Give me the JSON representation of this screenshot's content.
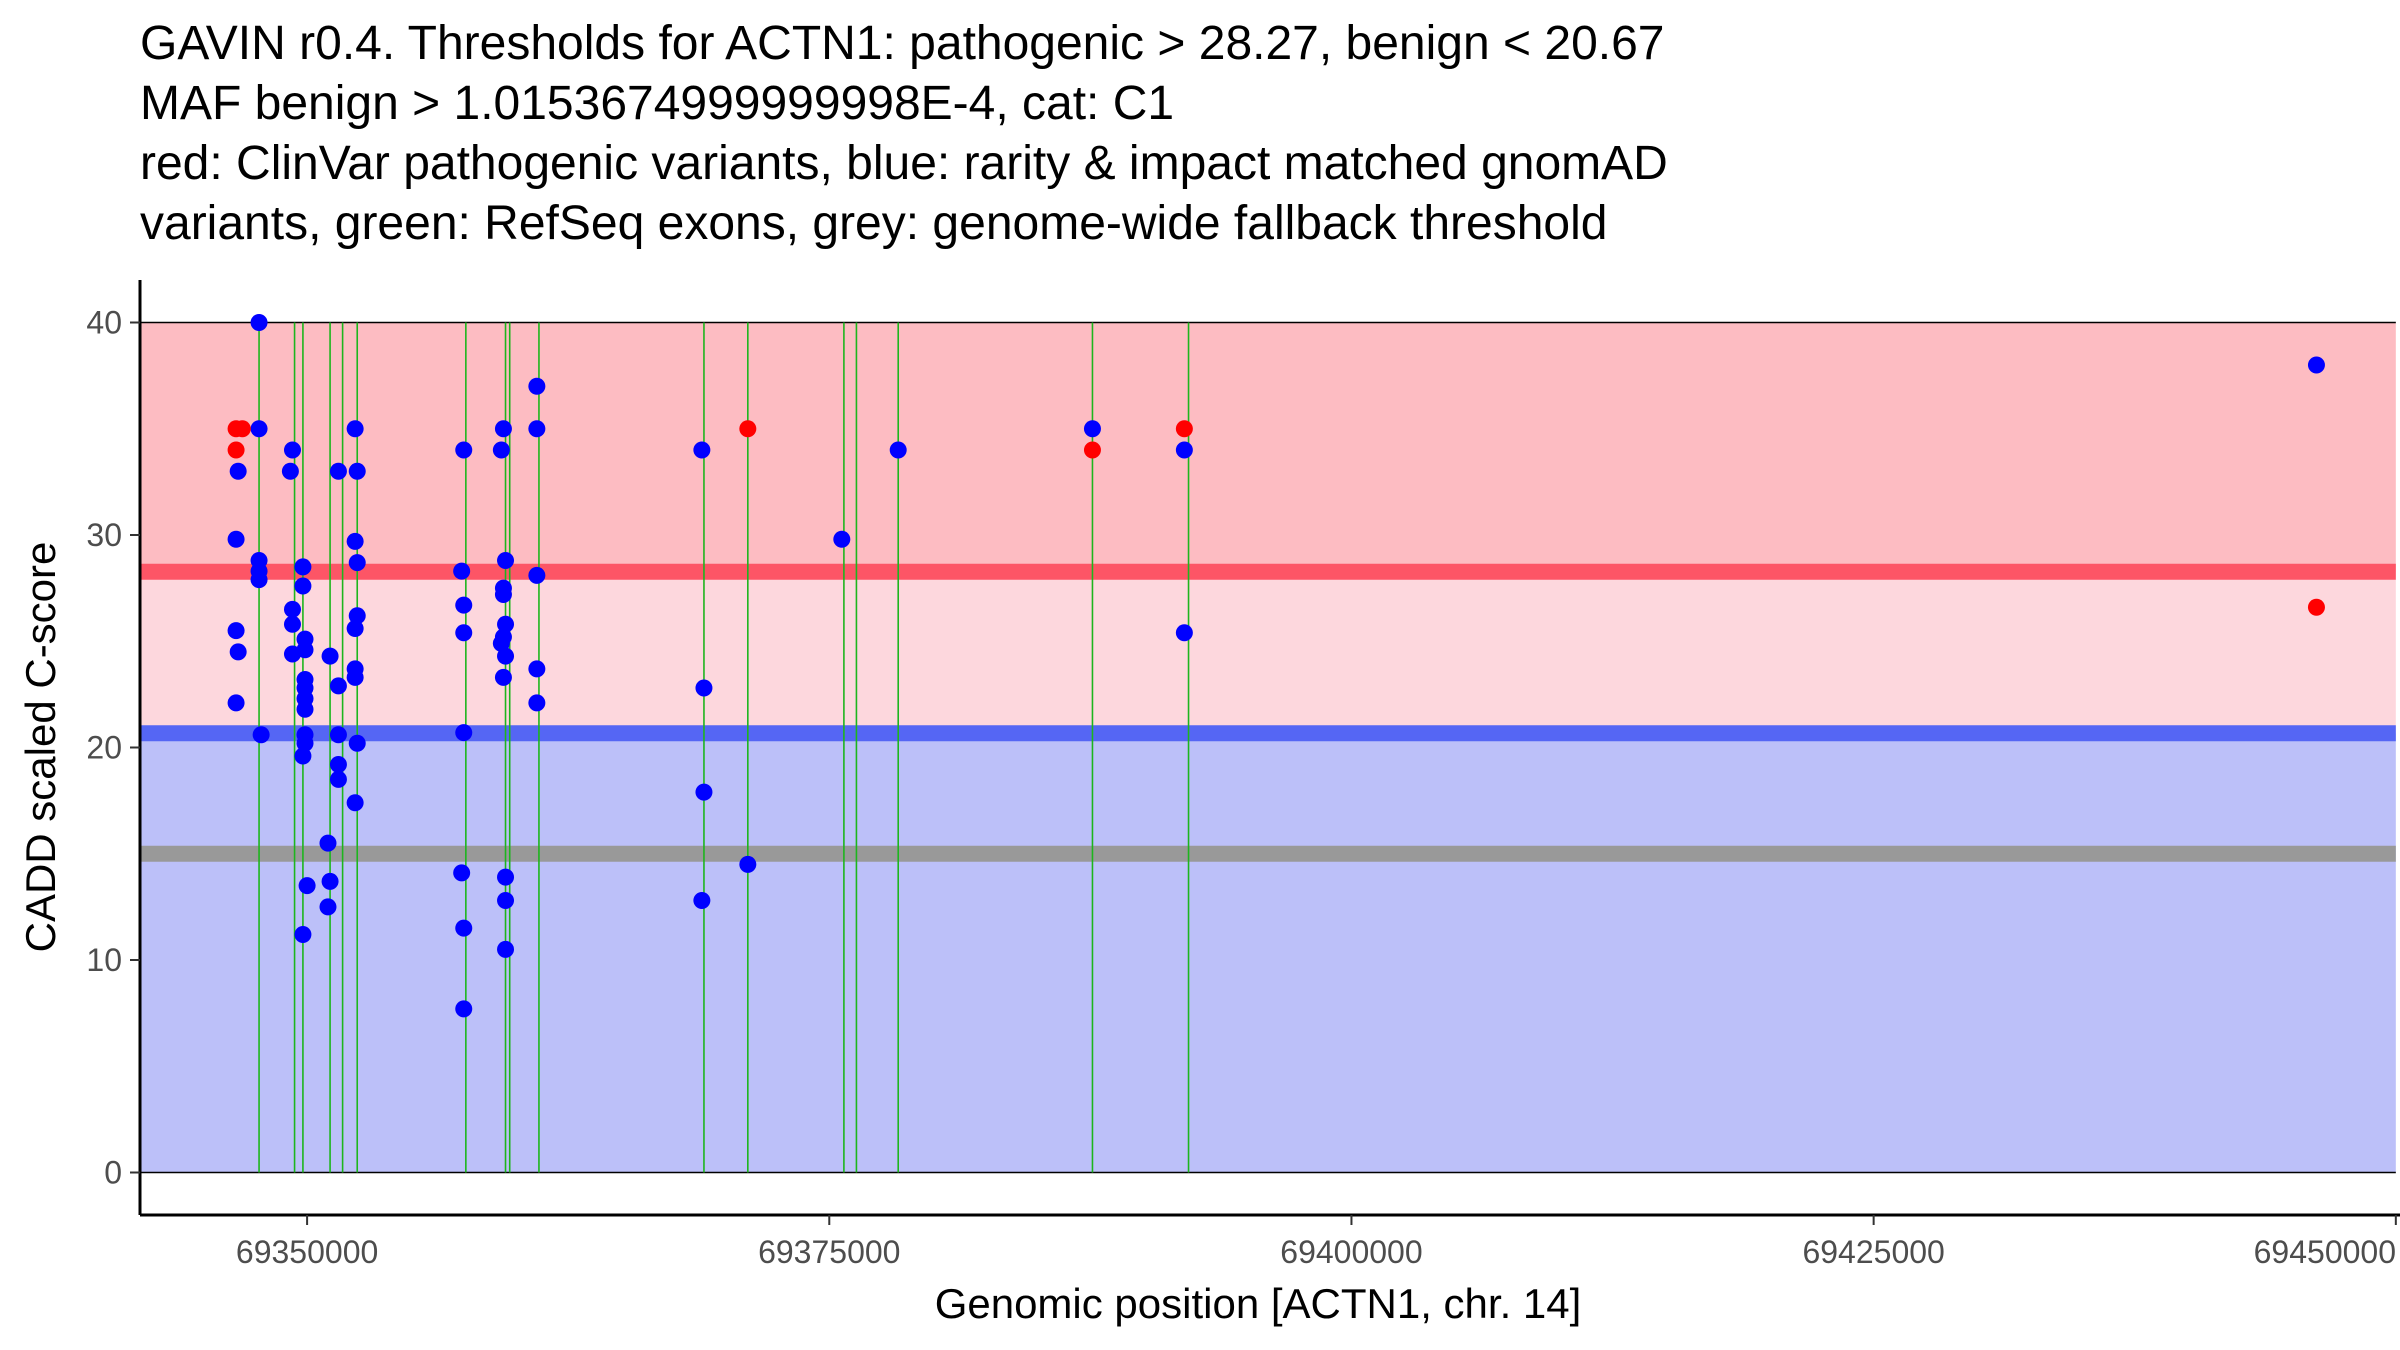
{
  "chart_data": {
    "type": "scatter",
    "title_lines": [
      "GAVIN r0.4. Thresholds for ACTN1: pathogenic > 28.27, benign < 20.67",
      "MAF benign > 1.0153674999999998E-4, cat: C1",
      "red: ClinVar pathogenic variants, blue: rarity & impact matched gnomAD",
      "variants, green: RefSeq exons, grey: genome-wide fallback threshold"
    ],
    "xlabel": "Genomic position [ACTN1, chr. 14]",
    "ylabel": "CADD scaled C-score",
    "xlim": [
      69342000,
      69450200
    ],
    "ylim": [
      -2,
      42
    ],
    "x_ticks": [
      69350000,
      69375000,
      69400000,
      69425000,
      69450000
    ],
    "x_tick_labels": [
      "69350000",
      "69375000",
      "69400000",
      "69425000",
      "69450000"
    ],
    "y_ticks": [
      0,
      10,
      20,
      30,
      40
    ],
    "y_tick_labels": [
      "0",
      "10",
      "20",
      "30",
      "40"
    ],
    "data_xrange": [
      69342000,
      69450000
    ],
    "thresholds": {
      "pathogenic": 28.27,
      "benign": 20.67,
      "genome_wide_fallback": 15,
      "cadd_max": 40
    },
    "colors": {
      "pathogenic_region": "#fdbcc2",
      "intermediate_region": "#fdd7dd",
      "benign_region": "#bcc0f9",
      "pathogenic_line": "#fd5566",
      "benign_line": "#5566f4",
      "fallback_line": "#999999",
      "exon_line": "#1db51d",
      "clinvar_point": "#ff0000",
      "gnomad_point": "#0000ff"
    },
    "exons": [
      69347700,
      69349400,
      69349800,
      69351100,
      69351700,
      69352400,
      69357600,
      69359500,
      69359700,
      69361100,
      69369000,
      69371100,
      69375700,
      69376300,
      69378300,
      69387600,
      69392200
    ],
    "series": [
      {
        "name": "red: ClinVar pathogenic variants",
        "color": "#ff0000",
        "points": [
          [
            69346600,
            35
          ],
          [
            69346900,
            35
          ],
          [
            69346600,
            34
          ],
          [
            69371100,
            35
          ],
          [
            69387600,
            34
          ],
          [
            69392000,
            35
          ],
          [
            69446200,
            26.6
          ]
        ]
      },
      {
        "name": "blue: rarity & impact matched gnomAD variants",
        "color": "#0000ff",
        "points": [
          [
            69347700,
            40
          ],
          [
            69347700,
            35
          ],
          [
            69346700,
            33
          ],
          [
            69346600,
            29.8
          ],
          [
            69347700,
            28.8
          ],
          [
            69347700,
            28.3
          ],
          [
            69347700,
            27.9
          ],
          [
            69346600,
            25.5
          ],
          [
            69346700,
            24.5
          ],
          [
            69346600,
            22.1
          ],
          [
            69347800,
            20.6
          ],
          [
            69349300,
            34
          ],
          [
            69349200,
            33
          ],
          [
            69349300,
            26.5
          ],
          [
            69349300,
            25.8
          ],
          [
            69349300,
            24.4
          ],
          [
            69349800,
            28.5
          ],
          [
            69349800,
            27.6
          ],
          [
            69349900,
            25.1
          ],
          [
            69349900,
            24.6
          ],
          [
            69349900,
            23.2
          ],
          [
            69349900,
            22.8
          ],
          [
            69349900,
            22.3
          ],
          [
            69349900,
            21.8
          ],
          [
            69349900,
            20.6
          ],
          [
            69349900,
            20.2
          ],
          [
            69349800,
            19.6
          ],
          [
            69350000,
            13.5
          ],
          [
            69349800,
            11.2
          ],
          [
            69351100,
            24.3
          ],
          [
            69351000,
            15.5
          ],
          [
            69351100,
            13.7
          ],
          [
            69351000,
            12.5
          ],
          [
            69351500,
            33
          ],
          [
            69351500,
            22.9
          ],
          [
            69351500,
            20.6
          ],
          [
            69351500,
            19.2
          ],
          [
            69351500,
            18.5
          ],
          [
            69352300,
            35
          ],
          [
            69352400,
            33
          ],
          [
            69352300,
            29.7
          ],
          [
            69352400,
            28.7
          ],
          [
            69352400,
            26.2
          ],
          [
            69352300,
            25.6
          ],
          [
            69352300,
            23.7
          ],
          [
            69352300,
            23.3
          ],
          [
            69352400,
            20.2
          ],
          [
            69352300,
            17.4
          ],
          [
            69357500,
            34
          ],
          [
            69357400,
            28.3
          ],
          [
            69357500,
            26.7
          ],
          [
            69357500,
            25.4
          ],
          [
            69357500,
            20.7
          ],
          [
            69357400,
            14.1
          ],
          [
            69357500,
            11.5
          ],
          [
            69357500,
            7.7
          ],
          [
            69359400,
            35
          ],
          [
            69359300,
            34
          ],
          [
            69359500,
            28.8
          ],
          [
            69359400,
            27.5
          ],
          [
            69359400,
            27.2
          ],
          [
            69359500,
            25.8
          ],
          [
            69359400,
            25.2
          ],
          [
            69359300,
            24.9
          ],
          [
            69359500,
            24.3
          ],
          [
            69359400,
            23.3
          ],
          [
            69359500,
            13.9
          ],
          [
            69359500,
            12.8
          ],
          [
            69359500,
            10.5
          ],
          [
            69361000,
            37
          ],
          [
            69361000,
            35
          ],
          [
            69361000,
            28.1
          ],
          [
            69361000,
            23.7
          ],
          [
            69361000,
            22.1
          ],
          [
            69368900,
            34
          ],
          [
            69369000,
            22.8
          ],
          [
            69369000,
            17.9
          ],
          [
            69368900,
            12.8
          ],
          [
            69371100,
            14.5
          ],
          [
            69375600,
            29.8
          ],
          [
            69378300,
            34
          ],
          [
            69387600,
            35
          ],
          [
            69392000,
            34
          ],
          [
            69392000,
            25.4
          ],
          [
            69446200,
            38
          ]
        ]
      }
    ]
  }
}
